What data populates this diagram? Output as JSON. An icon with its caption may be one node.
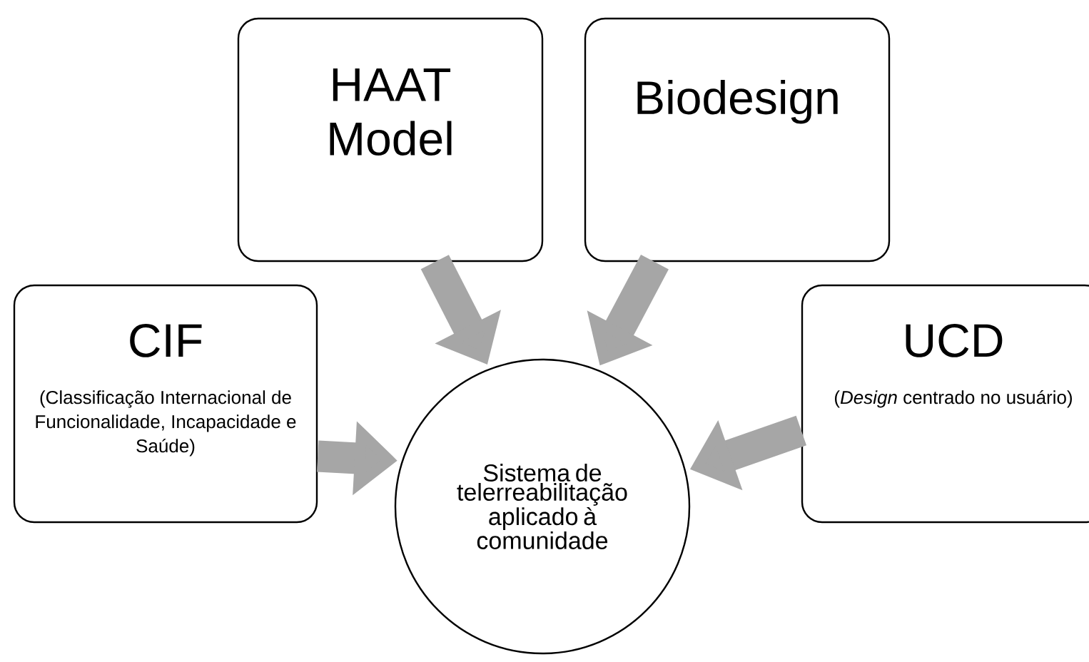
{
  "diagram": {
    "nodes": [
      {
        "text": [
          "HAAT Model"
        ]
      },
      {
        "text": [
          "Biodesign"
        ]
      },
      {
        "text": [
          "CIF",
          "(Classificação Internacional de Funcionalidade, Incapacidade e Saúde)"
        ]
      },
      {
        "text": [
          "UCD",
          "(*Design* centrado no usuário)"
        ]
      },
      {
        "text": [
          "Sistema de telerreabilitação aplicado à comunidade"
        ]
      }
    ],
    "edges": [
      {
        "from": 0,
        "to": 4,
        "arrow": "to"
      },
      {
        "from": 1,
        "to": 4,
        "arrow": "to"
      },
      {
        "from": 2,
        "to": 4,
        "arrow": "to"
      },
      {
        "from": 3,
        "to": 4,
        "arrow": "to"
      }
    ]
  }
}
